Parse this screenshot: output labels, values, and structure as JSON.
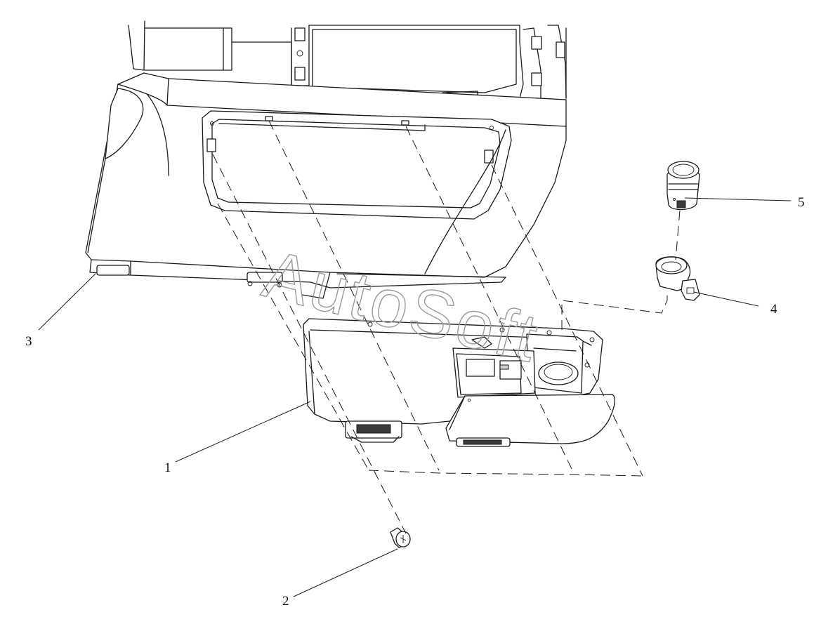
{
  "callouts": [
    {
      "id": "1",
      "label": "1"
    },
    {
      "id": "2",
      "label": "2"
    },
    {
      "id": "3",
      "label": "3"
    },
    {
      "id": "4",
      "label": "4"
    },
    {
      "id": "5",
      "label": "5"
    }
  ],
  "watermark": "AutoSoft",
  "colors": {
    "line": "#1a1a1a",
    "background": "#ffffff",
    "watermark": "#9a9a9a"
  }
}
